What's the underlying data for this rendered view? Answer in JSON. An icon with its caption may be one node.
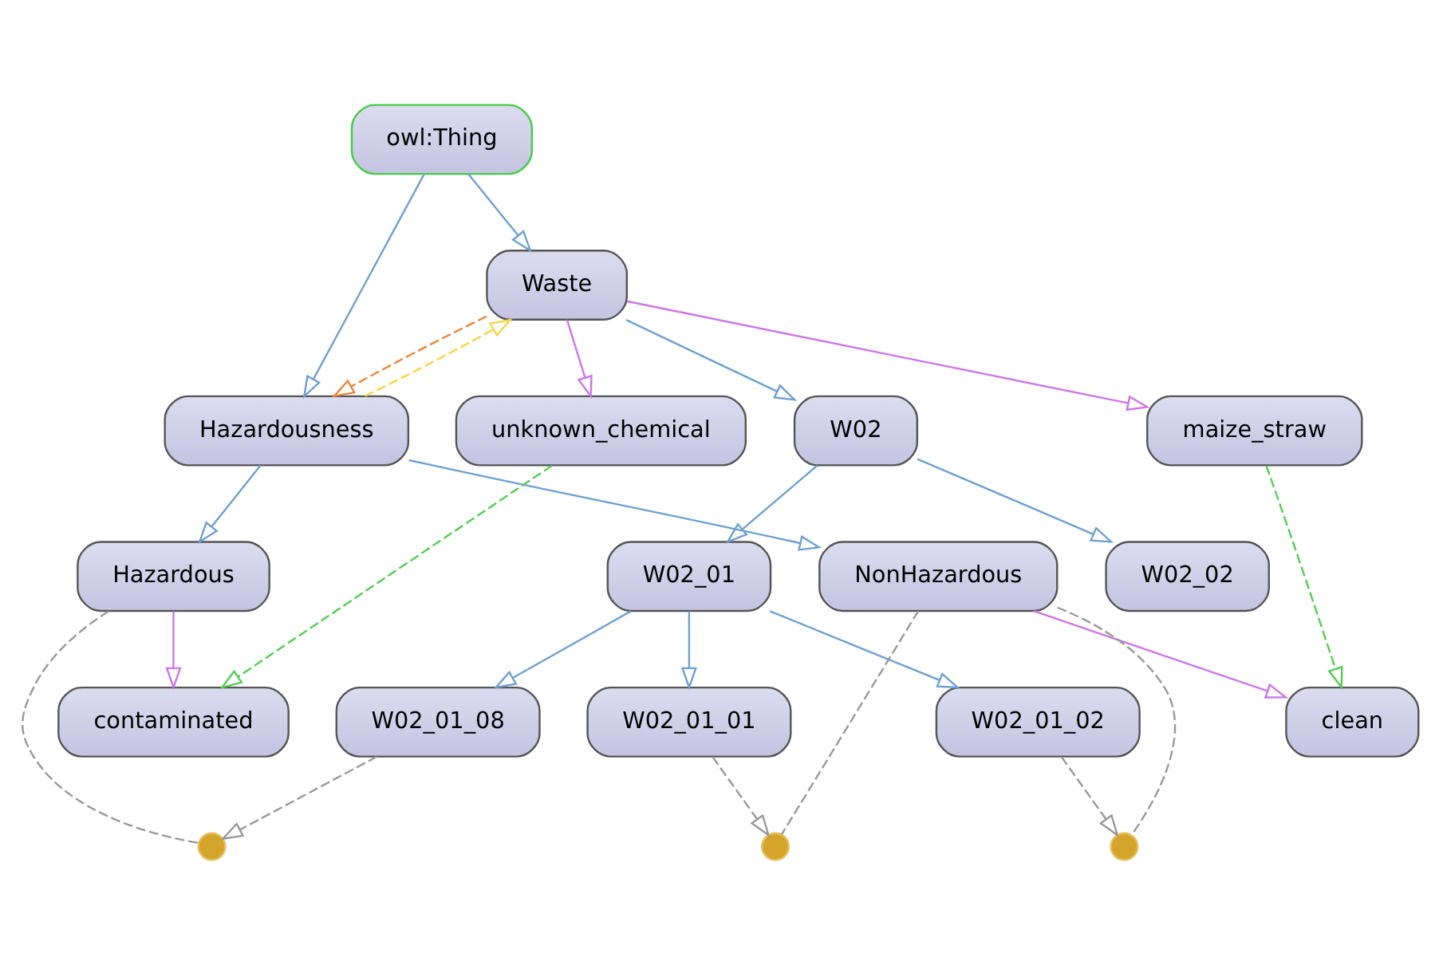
{
  "diagram": {
    "nodes": [
      {
        "text": [
          "owl:Thing"
        ]
      },
      {
        "text": [
          "Waste"
        ]
      },
      {
        "text": [
          "Hazardousness"
        ]
      },
      {
        "text": [
          "W02"
        ]
      },
      {
        "text": [
          "Hazardous"
        ]
      },
      {
        "text": [
          "NonHazardous"
        ]
      },
      {
        "text": [
          "W02_02"
        ]
      },
      {
        "text": [
          "W02_01"
        ]
      },
      {
        "text": [
          "W02_01_01"
        ]
      },
      {
        "text": [
          "W02_01_02"
        ]
      },
      {
        "text": [
          "W02_01_08"
        ]
      },
      {
        "text": [
          "contaminated"
        ]
      },
      {
        "text": [
          "clean"
        ]
      },
      {
        "text": [
          "unknown_chemical"
        ]
      },
      {
        "text": [
          "maize_straw"
        ]
      },
      {
        "text": [],
        "shape": "circle"
      },
      {
        "text": [],
        "shape": "circle"
      },
      {
        "text": [],
        "shape": "circle"
      }
    ],
    "edges": [
      {
        "from": 0,
        "to": 1,
        "arrow": "to"
      },
      {
        "from": 0,
        "to": 2,
        "arrow": "to"
      },
      {
        "from": 2,
        "to": 1,
        "arrow": "to",
        "style": "dashed",
        "color": "#f5d442"
      },
      {
        "from": 1,
        "to": 2,
        "arrow": "to",
        "style": "dashed",
        "color": "#e8853a"
      },
      {
        "from": 1,
        "to": 3,
        "arrow": "to"
      },
      {
        "from": 2,
        "to": 4,
        "arrow": "to"
      },
      {
        "from": 2,
        "to": 5,
        "arrow": "to"
      },
      {
        "from": 3,
        "to": 6,
        "arrow": "to"
      },
      {
        "from": 3,
        "to": 7,
        "arrow": "to"
      },
      {
        "from": 7,
        "to": 8,
        "arrow": "to"
      },
      {
        "from": 7,
        "to": 9,
        "arrow": "to"
      },
      {
        "from": 7,
        "to": 10,
        "arrow": "to"
      },
      {
        "from": 1,
        "to": 13,
        "arrow": "to",
        "color": "#cc77e8"
      },
      {
        "from": 1,
        "to": 14,
        "arrow": "to",
        "color": "#cc77e8"
      },
      {
        "from": 4,
        "to": 11,
        "arrow": "to",
        "color": "#cc77e8"
      },
      {
        "from": 5,
        "to": 12,
        "arrow": "to",
        "color": "#cc77e8"
      },
      {
        "from": 13,
        "to": 11,
        "arrow": "to",
        "style": "dashed",
        "color": "#55cc55"
      },
      {
        "from": 14,
        "to": 12,
        "arrow": "to",
        "style": "dashed",
        "color": "#55cc55"
      },
      {
        "from": 10,
        "to": 15,
        "arrow": "to",
        "style": "dashed",
        "color": "#999999"
      },
      {
        "from": 4,
        "to": 15,
        "arrow": "none",
        "style": "dashed",
        "color": "#999999"
      },
      {
        "from": 8,
        "to": 16,
        "arrow": "to",
        "style": "dashed",
        "color": "#999999"
      },
      {
        "from": 5,
        "to": 16,
        "arrow": "none",
        "style": "dashed",
        "color": "#999999"
      },
      {
        "from": 9,
        "to": 17,
        "arrow": "to",
        "style": "dashed",
        "color": "#999999"
      },
      {
        "from": 5,
        "to": 17,
        "arrow": "none",
        "style": "dashed",
        "color": "#999999"
      }
    ]
  }
}
